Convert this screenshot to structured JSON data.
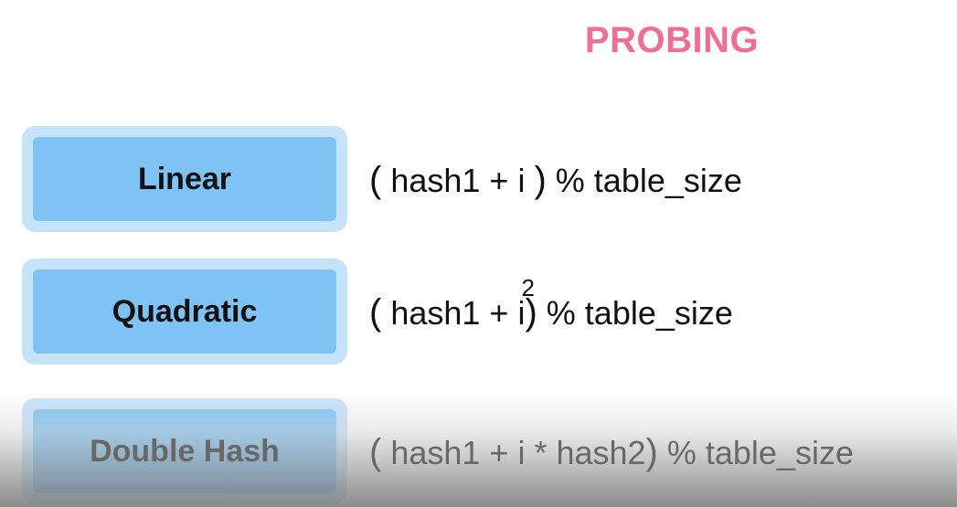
{
  "title": "PROBING",
  "rows": [
    {
      "label": "Linear",
      "formula": {
        "open": "(",
        "main": " hash1 + i ",
        "close": ")",
        "rest": " % table_size"
      }
    },
    {
      "label": "Quadratic",
      "formula": {
        "open": "(",
        "main": " hash1 + ",
        "base": "i",
        "exponent": "2",
        "close": ")",
        "rest": " % table_size"
      }
    },
    {
      "label": "Double Hash",
      "formula": {
        "open": "(",
        "main": " hash1 + i * hash2",
        "close": ")",
        "rest": " % table_size"
      }
    }
  ],
  "colors": {
    "title": "#ee6f96",
    "box_outer": "#c5e4fb",
    "box_inner": "#7ec3f4",
    "text": "#111111"
  }
}
